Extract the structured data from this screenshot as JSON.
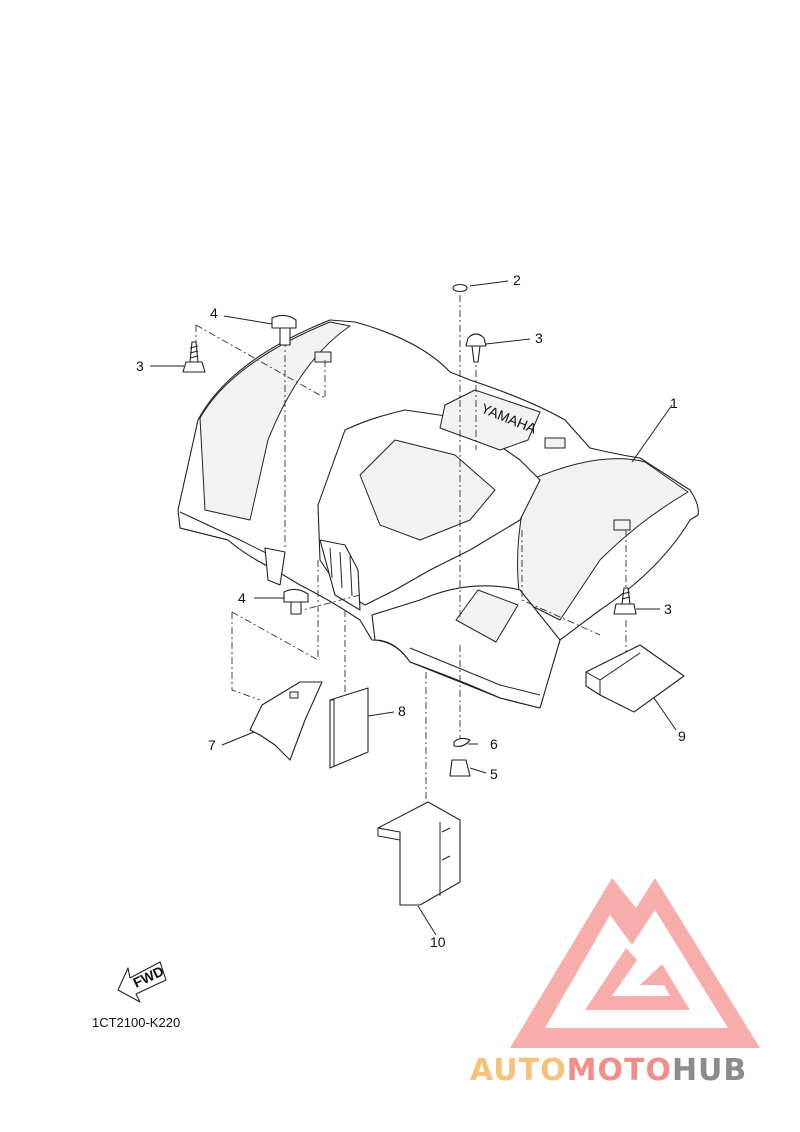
{
  "diagram": {
    "callouts": {
      "c1": "1",
      "c2": "2",
      "c3a": "3",
      "c3b": "3",
      "c3c": "3",
      "c4a": "4",
      "c4b": "4",
      "c5": "5",
      "c6": "6",
      "c7": "7",
      "c8": "8",
      "c9": "9",
      "c10": "10"
    },
    "emboss_text": "YAMAHA",
    "fwd_label": "FWD",
    "diagram_code": "1CT2100-K220"
  },
  "watermark": {
    "text_part1": "AUTO",
    "text_part2": "MOTO",
    "text_part3": "HUB",
    "colors": {
      "triangle": "#f7a6a2",
      "auto": "#f6c27a",
      "moto": "#f28e8a",
      "hub": "#8c8c8c"
    }
  }
}
